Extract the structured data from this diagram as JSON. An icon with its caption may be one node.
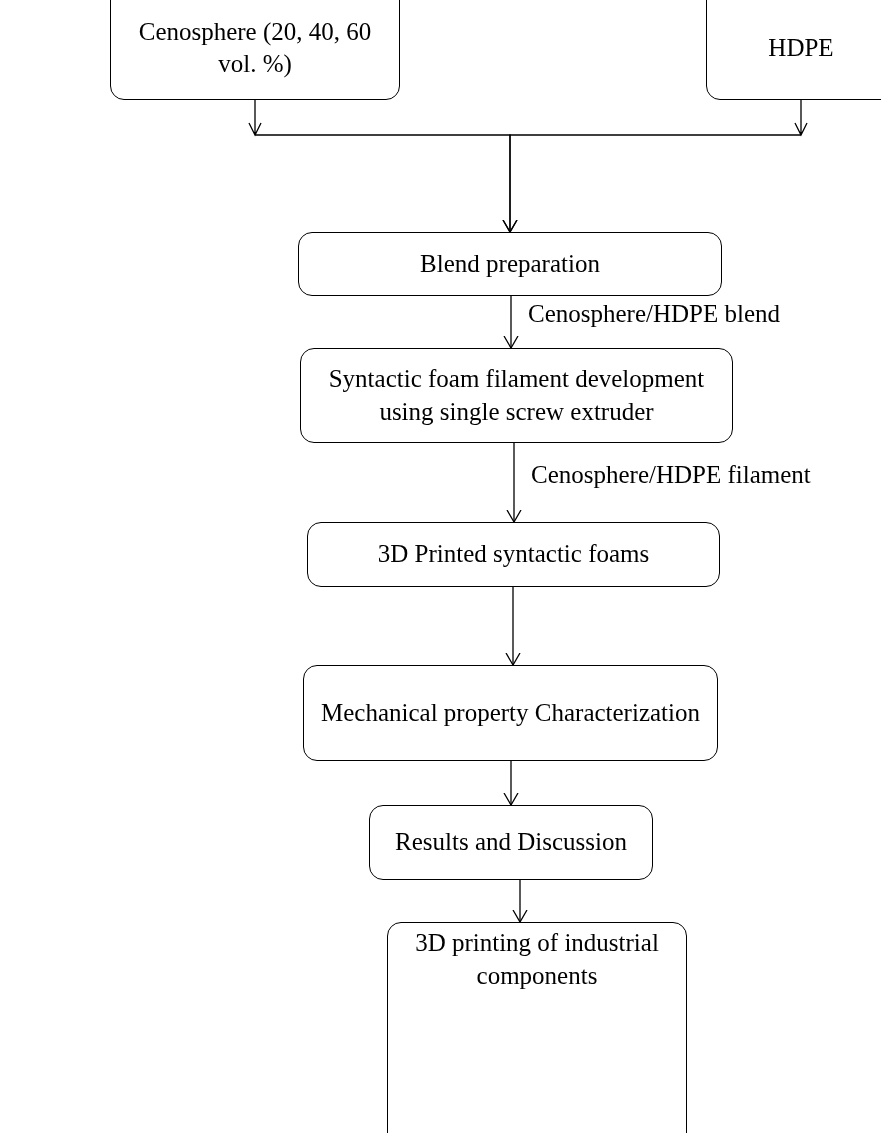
{
  "diagram": {
    "nodes": [
      {
        "text": [
          "Cenosphere (20, 40, 60 vol. %)"
        ]
      },
      {
        "text": [
          "HDPE"
        ]
      },
      {
        "text": [
          "Blend preparation"
        ]
      },
      {
        "text": [
          "Syntactic foam filament development using single screw extruder"
        ]
      },
      {
        "text": [
          "3D Printed syntactic foams"
        ]
      },
      {
        "text": [
          "Mechanical property Characterization"
        ]
      },
      {
        "text": [
          "Results and Discussion"
        ]
      },
      {
        "text": [
          "3D printing of industrial components"
        ]
      }
    ],
    "edges": [
      {
        "from": 0,
        "to": 2,
        "arrow": "to"
      },
      {
        "from": 1,
        "to": 2,
        "arrow": "to"
      },
      {
        "from": 2,
        "to": 3,
        "arrow": "to",
        "label": "Cenosphere/HDPE blend"
      },
      {
        "from": 3,
        "to": 4,
        "arrow": "to",
        "label": "Cenosphere/HDPE filament"
      },
      {
        "from": 4,
        "to": 5,
        "arrow": "to"
      },
      {
        "from": 5,
        "to": 6,
        "arrow": "to"
      },
      {
        "from": 6,
        "to": 7,
        "arrow": "to"
      }
    ]
  }
}
